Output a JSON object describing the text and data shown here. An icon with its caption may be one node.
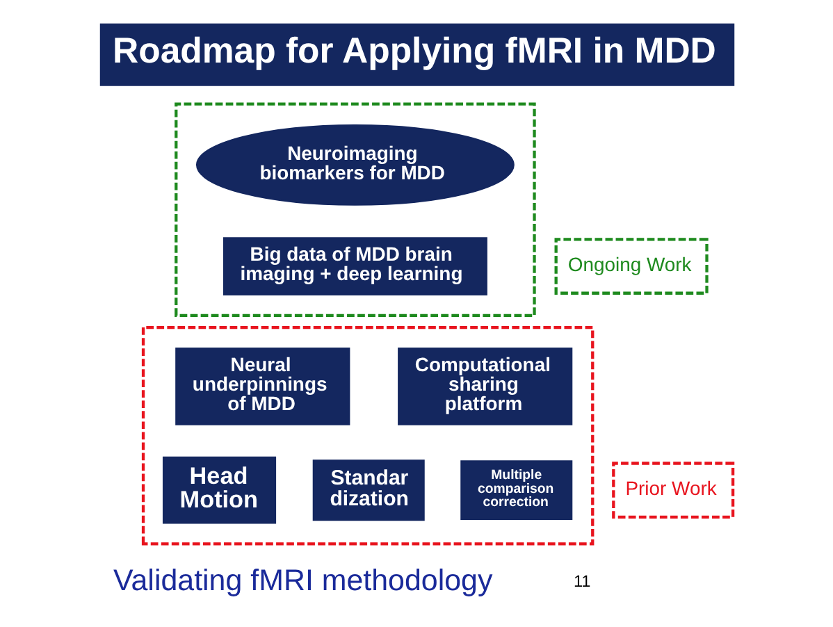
{
  "diagram": {
    "title": "Roadmap for Applying fMRI in MDD",
    "nodes": [
      {
        "text": [],
        "shape": "box"
      },
      {
        "text": [
          "Neuroimaging biomarkers for MDD"
        ],
        "in": 0
      },
      {
        "text": [
          "Big data of MDD brain imaging + deep learning"
        ],
        "in": 0
      },
      {
        "text": [
          "Ongoing Work"
        ]
      },
      {
        "text": [],
        "shape": "box"
      },
      {
        "text": [
          "Neural underpinnings of MDD"
        ],
        "in": 4
      },
      {
        "text": [
          "Computational sharing platform"
        ],
        "in": 4
      },
      {
        "text": [
          "Head Motion"
        ],
        "in": 4
      },
      {
        "text": [
          "Standar dization"
        ],
        "in": 4
      },
      {
        "text": [
          "Multiple comparison correction"
        ],
        "in": 4
      },
      {
        "text": [
          "Prior Work"
        ]
      }
    ],
    "labels": [
      "Validating fMRI methodology",
      "11"
    ]
  }
}
